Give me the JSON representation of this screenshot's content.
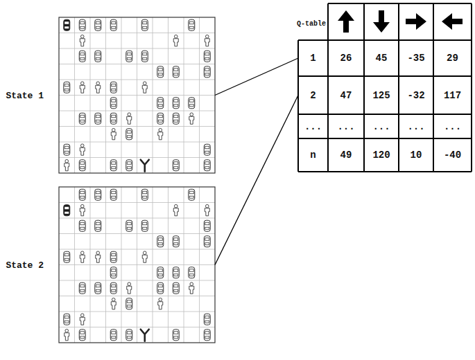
{
  "diagram": {
    "nodes": [
      {
        "text": [
          "State 1"
        ]
      },
      {
        "text": [
          "State 2"
        ]
      },
      {
        "text": [
          "Q-table"
        ]
      },
      {
        "text": [
          "1"
        ],
        "in": 2
      },
      {
        "text": [
          "2"
        ],
        "in": 2
      }
    ],
    "edges": [
      {
        "from": 0,
        "to": 3,
        "arrow": "none"
      },
      {
        "from": 1,
        "to": 4,
        "arrow": "none"
      }
    ],
    "labels": [
      "26",
      "45",
      "-35",
      "29",
      "47",
      "125",
      "-32",
      "117",
      "...",
      "...",
      "...",
      "...",
      "...",
      "n",
      "49",
      "120",
      "10",
      "-40"
    ]
  }
}
